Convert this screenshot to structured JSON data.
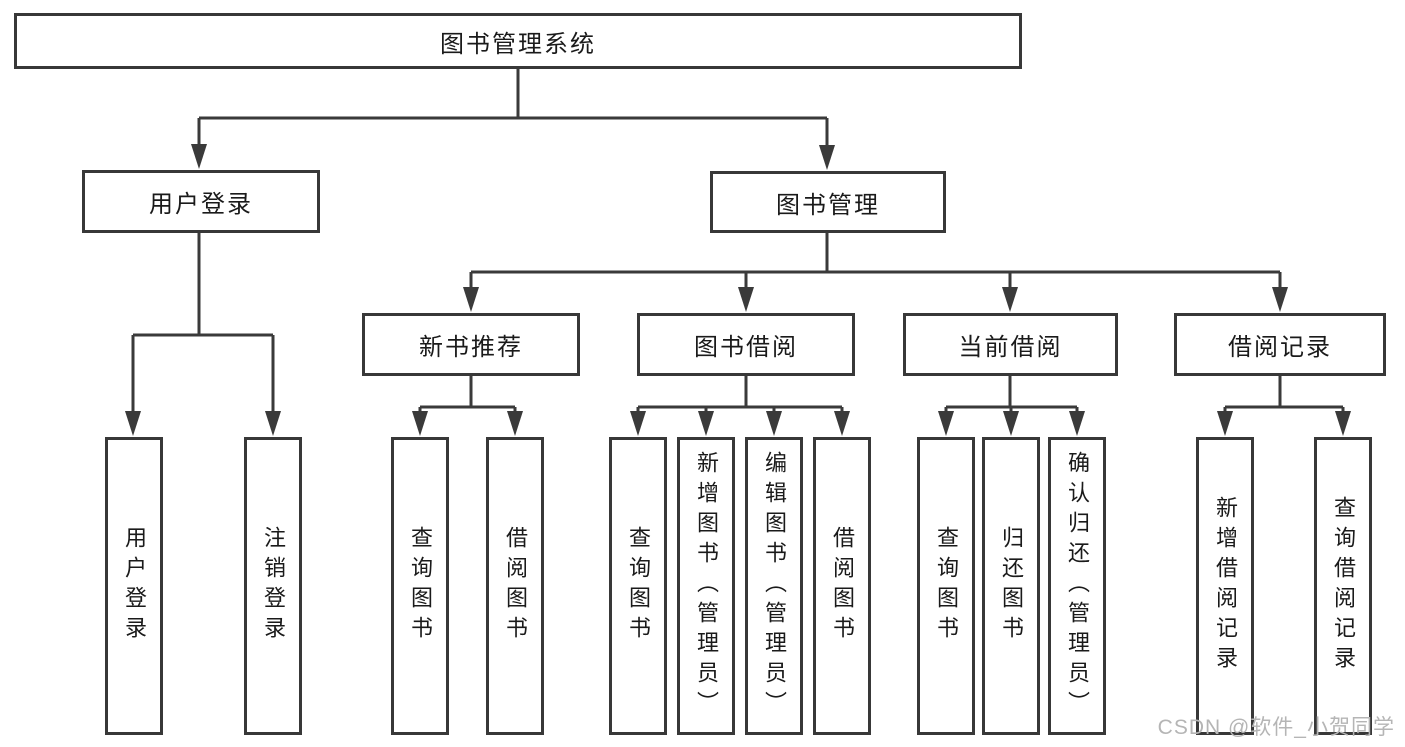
{
  "tree": {
    "root": {
      "label": "图书管理系统"
    },
    "branches": [
      {
        "label": "用户登录",
        "children": [
          "用户登录",
          "注销登录"
        ]
      },
      {
        "label": "图书管理",
        "sections": [
          {
            "label": "新书推荐",
            "children": [
              "查询图书",
              "借阅图书"
            ]
          },
          {
            "label": "图书借阅",
            "children": [
              "查询图书",
              "新增图书（管理员）",
              "编辑图书（管理员）",
              "借阅图书"
            ]
          },
          {
            "label": "当前借阅",
            "children": [
              "查询图书",
              "归还图书",
              "确认归还（管理员）"
            ]
          },
          {
            "label": "借阅记录",
            "children": [
              "新增借阅记录",
              "查询借阅记录"
            ]
          }
        ]
      }
    ]
  },
  "watermark": {
    "text": "CSDN @软件_小贺同学"
  },
  "colors": {
    "line": "#3a3a3a",
    "box_border": "#383838",
    "text": "#1a1a1a",
    "watermark": "#b5b5b5",
    "background": "#ffffff"
  }
}
